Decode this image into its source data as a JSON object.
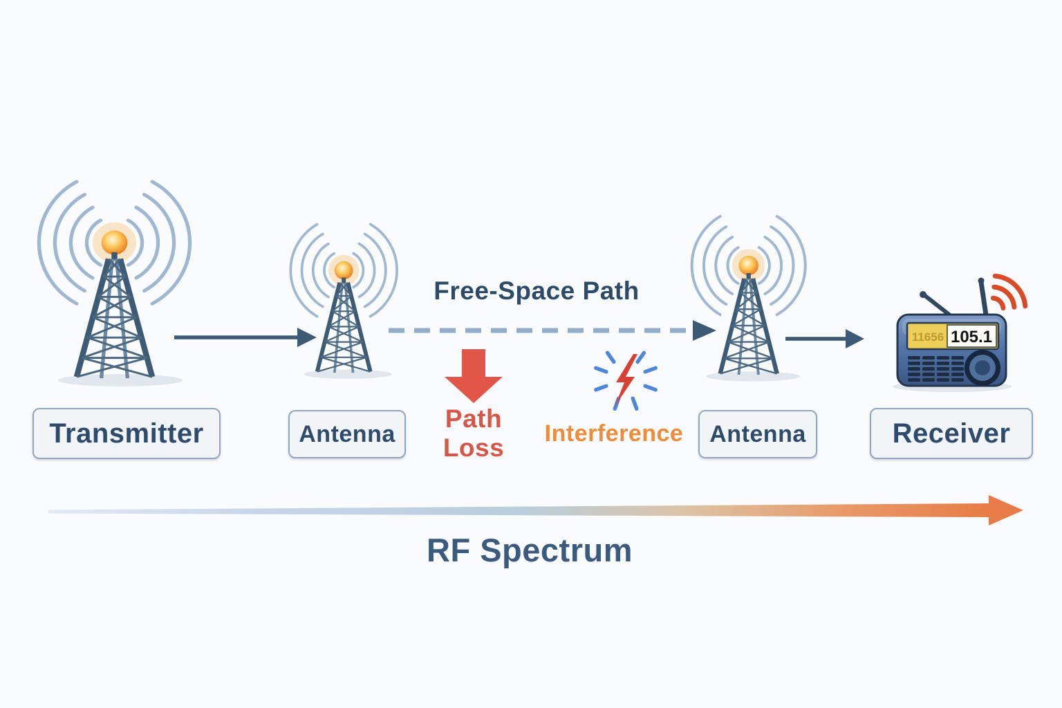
{
  "diagram": {
    "free_space_path_label": "Free-Space Path",
    "rf_spectrum_label": "RF Spectrum",
    "nodes": {
      "transmitter": "Transmitter",
      "antenna_left": "Antenna",
      "antenna_right": "Antenna",
      "receiver": "Receiver"
    },
    "impairments": {
      "path_loss": "Path Loss",
      "interference": "Interference"
    },
    "receiver_display": {
      "band_text": "11656",
      "frequency": "105.1"
    },
    "colors": {
      "background": "#fafbfc",
      "label_text": "#2e4b6b",
      "label_background": "#f2f5f8",
      "label_border": "#90a6bf",
      "flow_arrow": "#3d5973",
      "dashed_path": "#91adc9",
      "wave_arc": "#9fb7d1",
      "tower_steel": "#3e5b76",
      "signal_glow": "#f6a83e",
      "path_loss_red": "#d6564a",
      "interference_orange": "#ed8c3d",
      "bolt_red": "#d93f33",
      "spark_blue": "#4f86d8",
      "radio_body": "#46648f",
      "radio_wave_red": "#d84a28",
      "display_yellow": "#ecd05b",
      "spectrum_gradient_start": "#e3e9f5",
      "spectrum_gradient_end": "#e87c46"
    }
  }
}
